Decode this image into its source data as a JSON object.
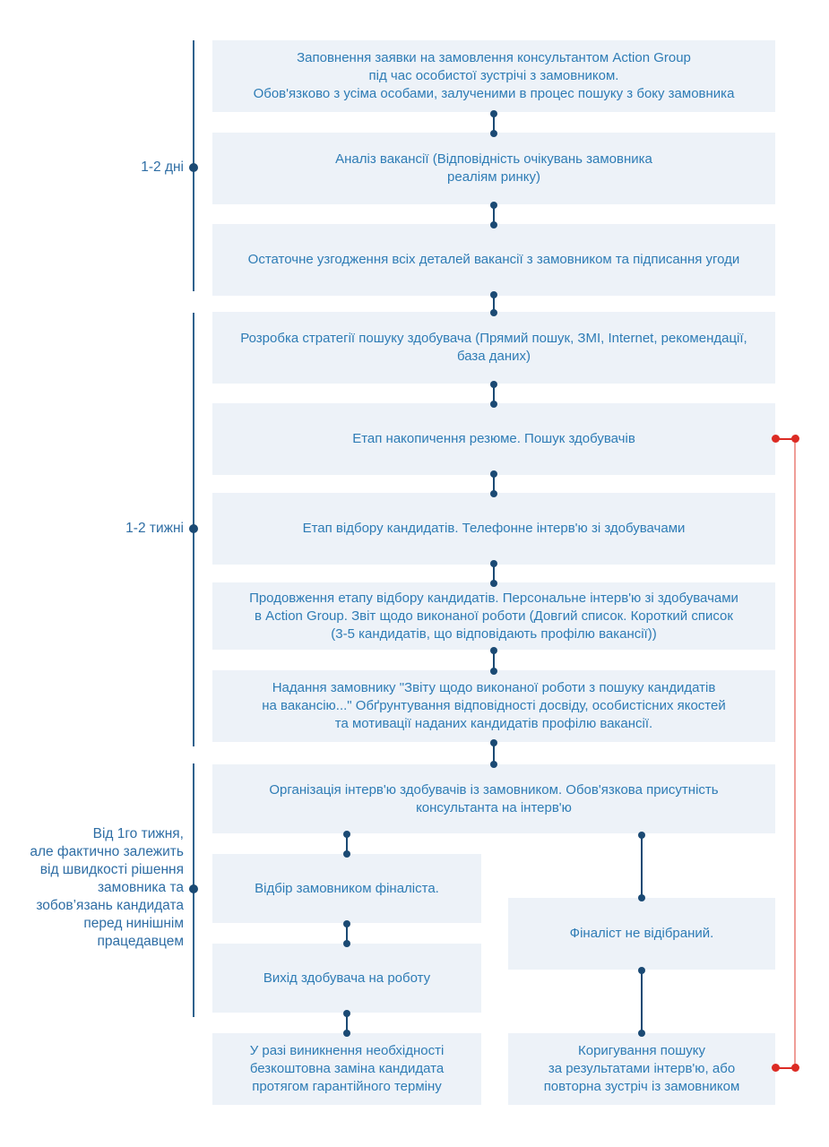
{
  "diagram_title": "Recruitment process flowchart (Action Group)",
  "colors": {
    "box_bg": "#edf2f8",
    "box_text": "#2e7cb5",
    "connector_navy": "#1b4a74",
    "timeline_line": "#2f628d",
    "feedback_red": "#dc2b24",
    "feedback_red_light": "#ef9d97",
    "background": "#ffffff"
  },
  "timeline": {
    "label_1": "1-2 дні",
    "label_2": "1-2 тижні",
    "label_3_lines": [
      "Від 1го тижня,",
      "але фактично залежить",
      "від швидкості рішення",
      "замовника та",
      "зобов’язань кандидата",
      "перед нинішнім",
      "працедавцем"
    ]
  },
  "boxes": {
    "b1": {
      "lines": [
        "Заповнення заявки на замовлення консультантом Action Group",
        "під час особистої зустрічі з замовником.",
        "Обов'язково з усіма особами, залученими в процес пошуку з боку замовника"
      ]
    },
    "b2": {
      "lines": [
        "Аналіз вакансії (Відповідність очікувань замовника",
        "реаліям ринку)"
      ]
    },
    "b3": {
      "lines": [
        "Остаточне узгодження всіх деталей вакансії з замовником та підписання угоди"
      ]
    },
    "b4": {
      "lines": [
        "Розробка стратегії пошуку здобувача (Прямий пошук, ЗМІ, Internet, рекомендації,",
        "база даних)"
      ]
    },
    "b5": {
      "lines": [
        "Етап накопичення резюме. Пошук здобувачів"
      ]
    },
    "b6": {
      "lines": [
        "Етап відбору кандидатів. Телефонне інтерв'ю зі здобувачами"
      ]
    },
    "b7": {
      "lines": [
        "Продовження етапу відбору кандидатів. Персональне інтерв'ю зі здобувачами",
        "в Action Group. Звіт щодо виконаної роботи (Довгий список. Короткий список",
        "(3-5 кандидатів, що відповідають профілю вакансії))"
      ]
    },
    "b8": {
      "lines": [
        "Надання замовнику \"Звіту щодо виконаної роботи з пошуку кандидатів",
        "на вакансію...\" Обґрунтування відповідності досвіду, особистісних якостей",
        "та мотивації наданих кандидатів профілю вакансії."
      ]
    },
    "b9": {
      "lines": [
        "Організація інтерв'ю здобувачів із замовником. Обов'язкова присутність",
        "консультанта на інтерв'ю"
      ]
    },
    "b10": {
      "lines": [
        "Відбір замовником фіналіста."
      ]
    },
    "b11": {
      "lines": [
        "Фіналіст не відібраний."
      ]
    },
    "b12": {
      "lines": [
        "Вихід здобувача на роботу"
      ]
    },
    "b13": {
      "lines": [
        "У разі виникнення необхідності",
        "безкоштовна заміна кандидата",
        "протягом гарантійного терміну"
      ]
    },
    "b14": {
      "lines": [
        "Коригування пошуку",
        "за результатами інтерв'ю, або",
        "повторна зустріч із замовником"
      ]
    }
  }
}
